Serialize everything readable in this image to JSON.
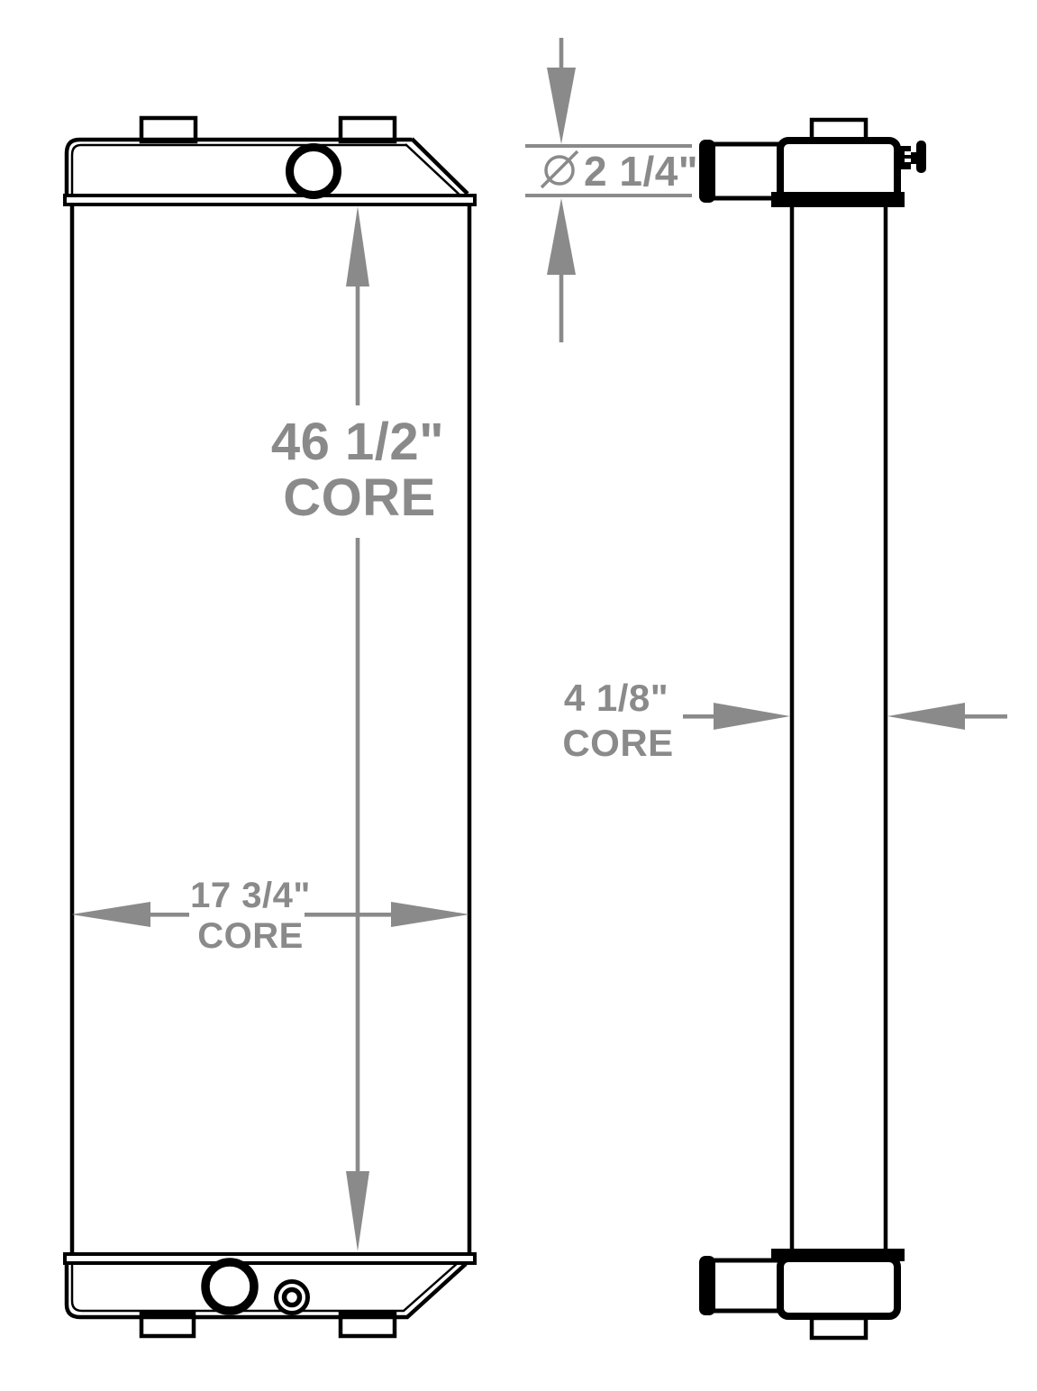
{
  "title": "Radiator technical drawing - front and side views",
  "colors": {
    "line_black": "#000000",
    "dimension_gray": "#8a8a8a",
    "background": "#ffffff"
  },
  "dimensions": {
    "core_height": {
      "value": "46 1/2\"",
      "label": "CORE"
    },
    "core_width": {
      "value": "17 3/4\"",
      "label": "CORE"
    },
    "core_depth": {
      "value": "4 1/8\"",
      "label": "CORE"
    },
    "tube_diameter": {
      "symbol": "∅",
      "value": "2 1/4\""
    }
  },
  "front_view_features": [
    "filler-neck",
    "outlet-opening",
    "drain-fitting",
    "mounting-tab-top-left",
    "mounting-tab-top-right",
    "mounting-tab-bottom-left",
    "mounting-tab-bottom-right"
  ],
  "side_view_features": [
    "inlet-hose",
    "outlet-hose",
    "petcock-valve",
    "mounting-tab-top",
    "mounting-tab-bottom"
  ]
}
